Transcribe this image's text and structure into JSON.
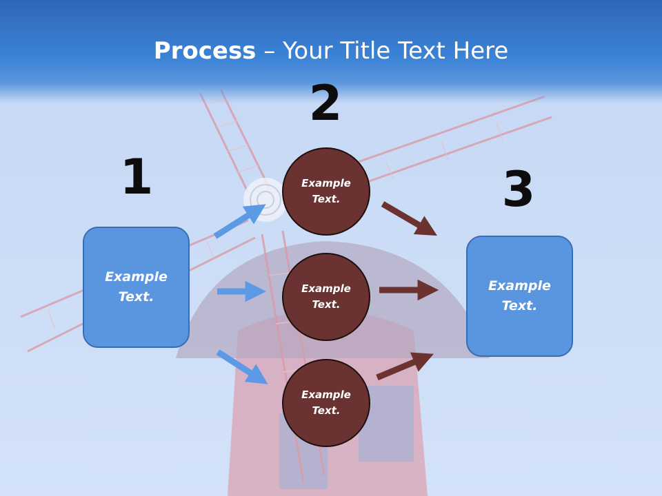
{
  "title": {
    "bold": "Process",
    "rest": " – Your Title Text Here"
  },
  "steps": {
    "step1": {
      "number": "1",
      "box_text": "Example Text."
    },
    "step2": {
      "number": "2",
      "circles": [
        "Example Text.",
        "Example Text.",
        "Example Text."
      ]
    },
    "step3": {
      "number": "3",
      "box_text": "Example Text."
    }
  },
  "colors": {
    "box_fill": "#5a95e0",
    "circle_fill": "#6a3331",
    "blue_arrow": "#5c9ae6",
    "brown_arrow": "#6b3230"
  }
}
